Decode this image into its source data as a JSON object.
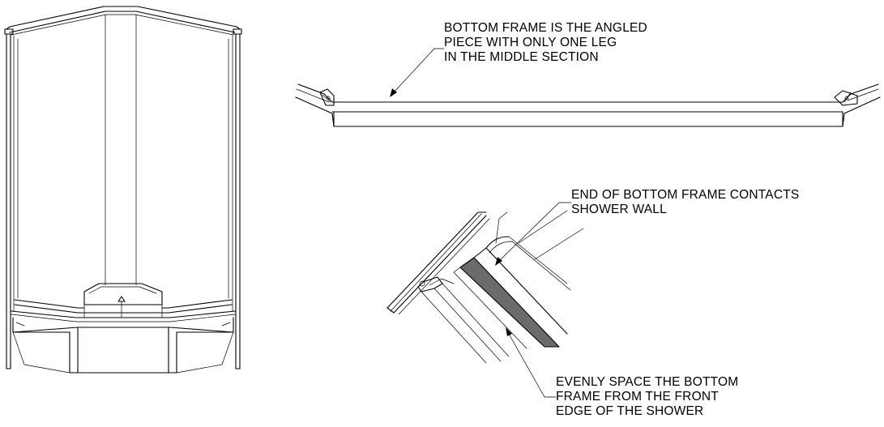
{
  "annotations": {
    "bottom_frame_note": {
      "lines": [
        "BOTTOM FRAME IS THE ANGLED",
        "PIECE WITH ONLY ONE LEG",
        "IN THE MIDDLE SECTION"
      ]
    },
    "contact_note": {
      "lines": [
        "END OF BOTTOM FRAME CONTACTS",
        "SHOWER WALL"
      ]
    },
    "spacing_note": {
      "lines": [
        "EVENLY SPACE THE BOTTOM",
        "FRAME FROM THE FRONT",
        "EDGE OF THE SHOWER"
      ]
    }
  },
  "colors": {
    "line": "#000000",
    "frame_fill": "#6b6b6b",
    "background": "#ffffff"
  }
}
